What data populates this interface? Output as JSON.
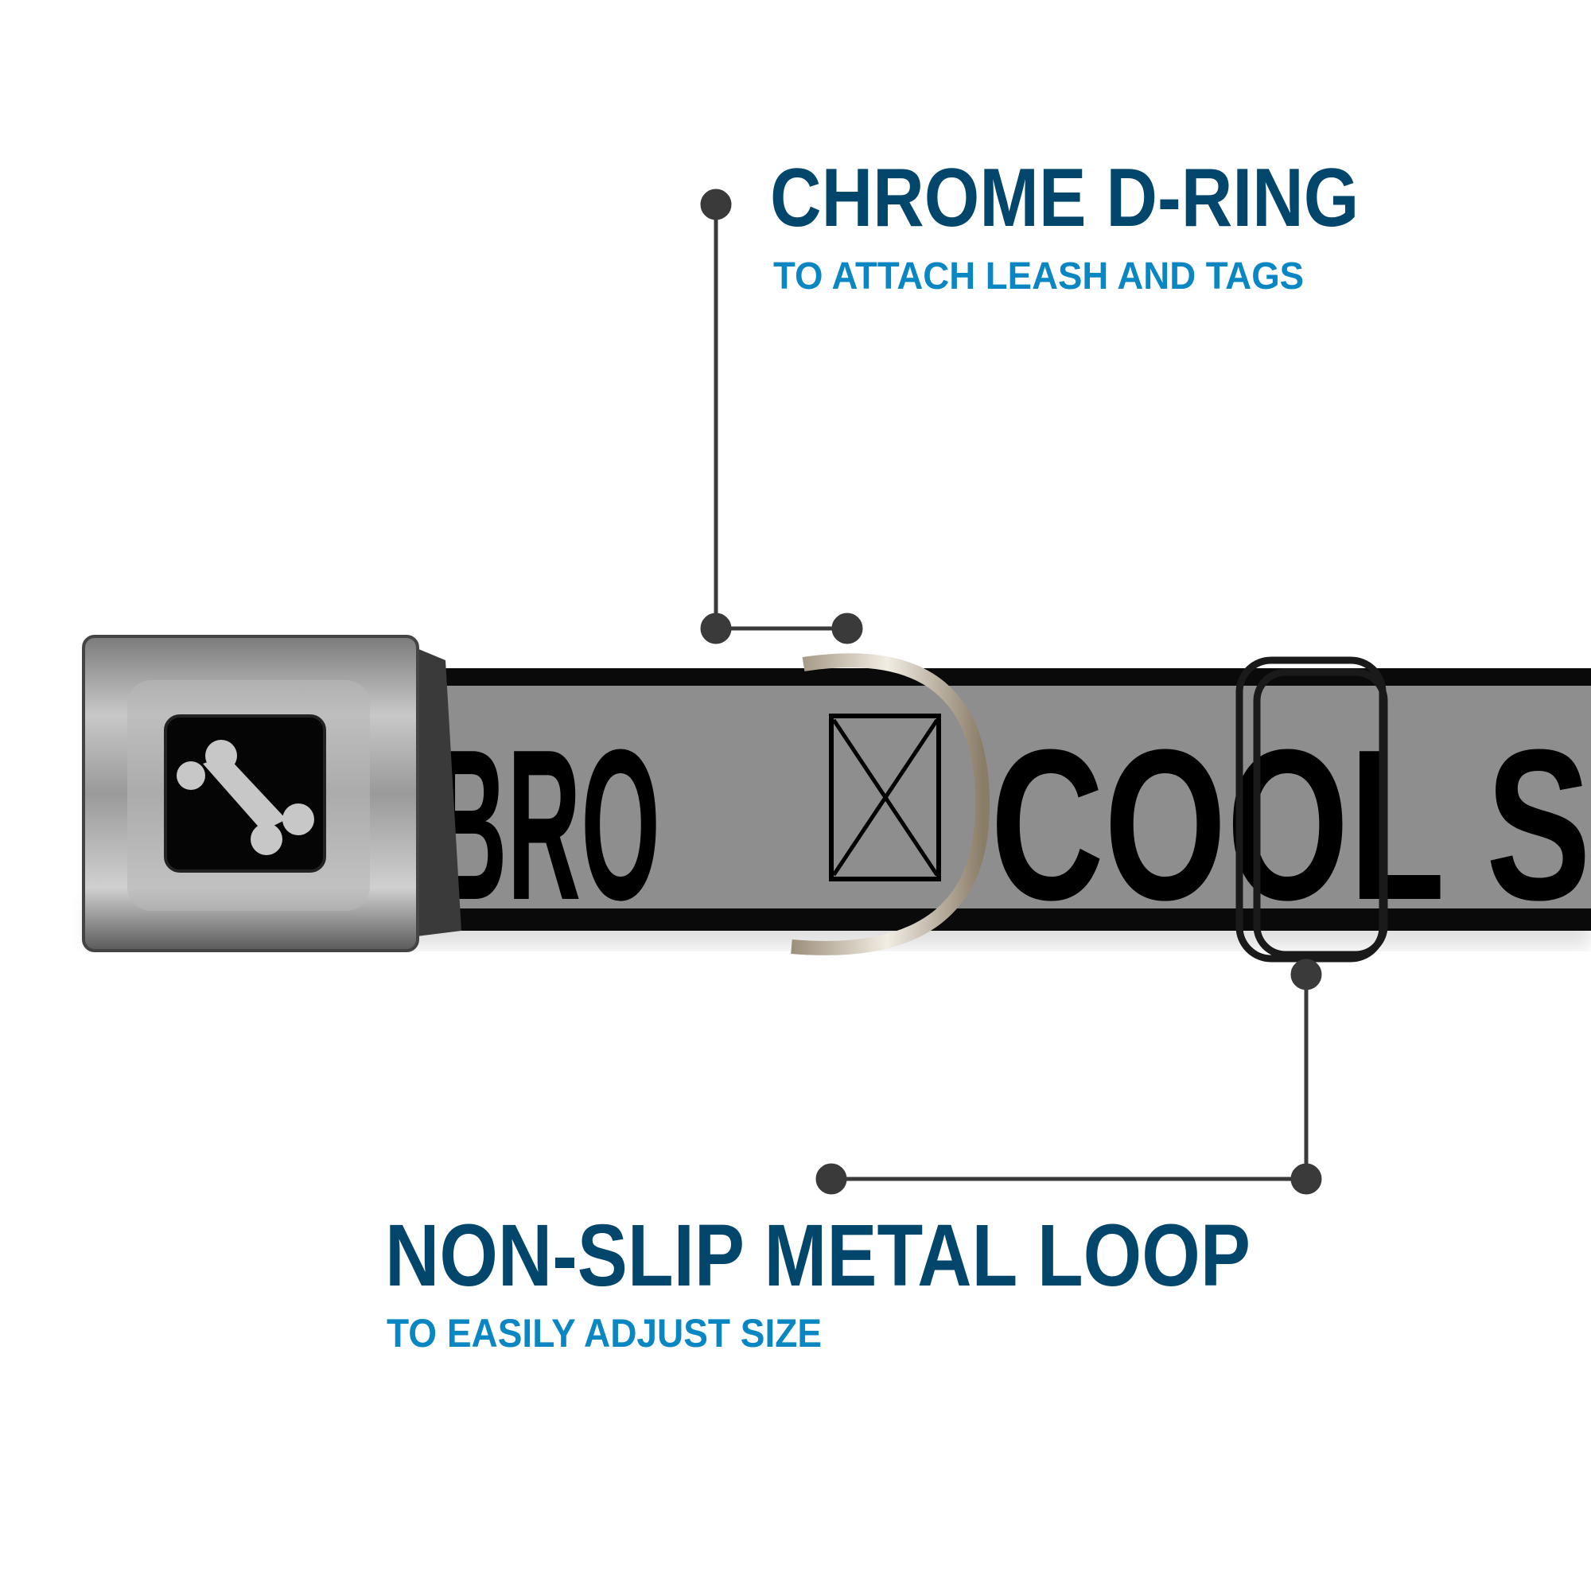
{
  "callouts": [
    {
      "title": "CHROME D-RING",
      "subtitle": "TO ATTACH LEASH AND TAGS"
    },
    {
      "title": "NON-SLIP METAL LOOP",
      "subtitle": "TO EASILY ADJUST SIZE"
    }
  ],
  "product": {
    "strap_text": [
      "BRO",
      "COOL S"
    ],
    "buckle_icon": "bone-icon"
  },
  "colors": {
    "title": "#03466b",
    "subtitle": "#0a87c3",
    "leader_line": "#3a3a3a",
    "strap_gray": "#8e8e8e"
  }
}
